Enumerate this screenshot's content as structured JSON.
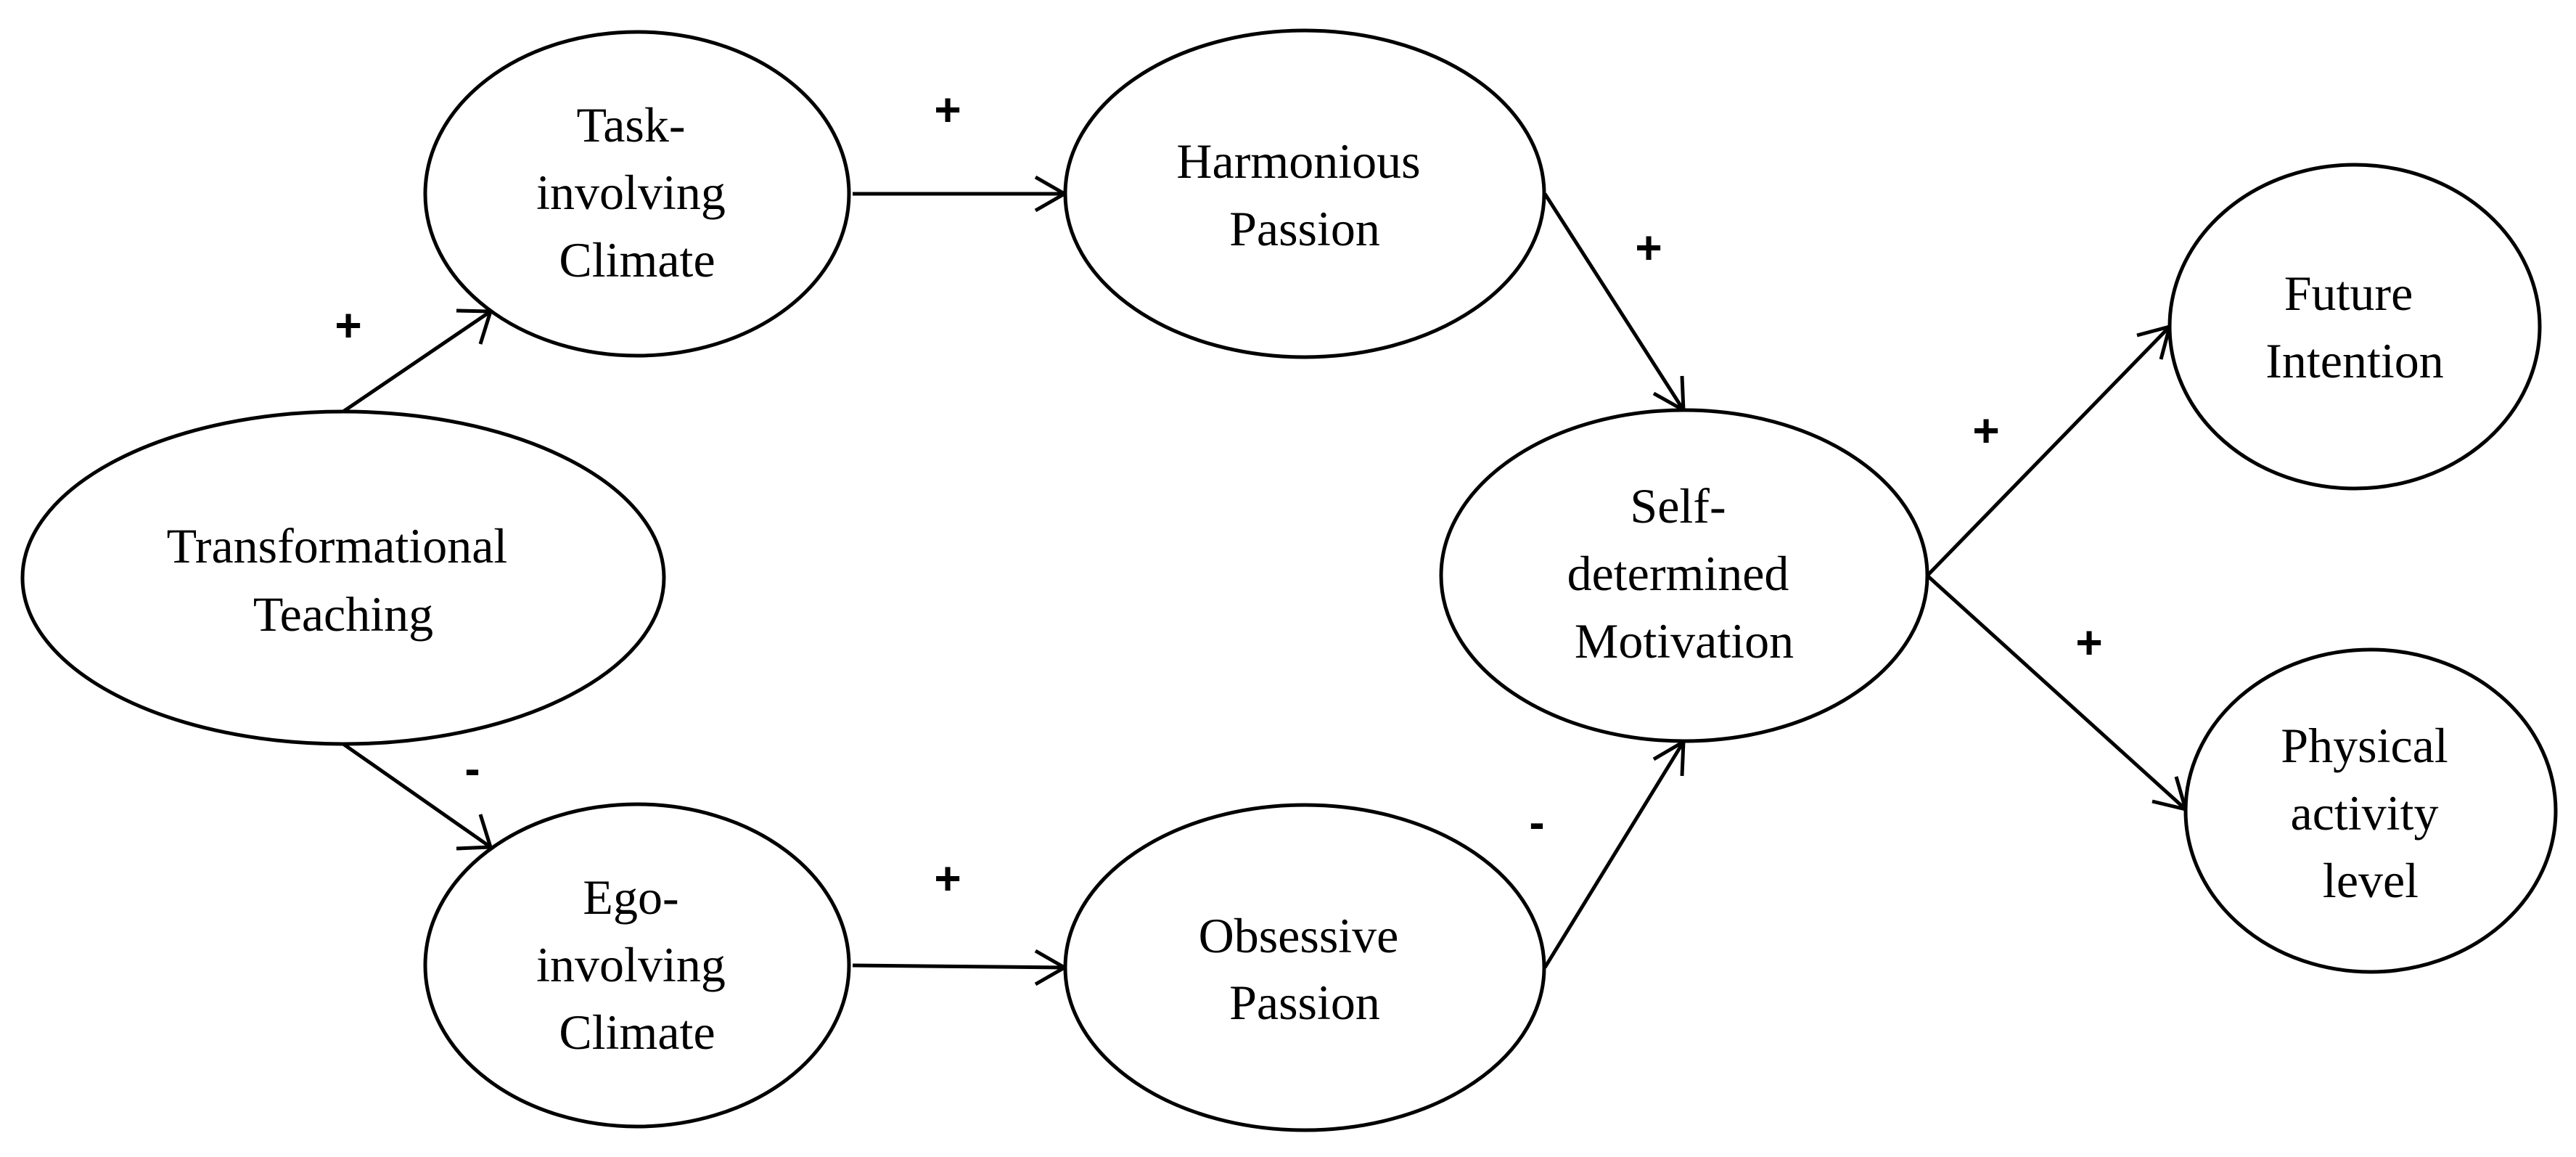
{
  "diagram": {
    "nodes": [
      {
        "id": "transformational-teaching",
        "lines": [
          "Transformational",
          "Teaching"
        ]
      },
      {
        "id": "task-involving-climate",
        "lines": [
          "Task-",
          "involving",
          "Climate"
        ]
      },
      {
        "id": "ego-involving-climate",
        "lines": [
          "Ego-",
          "involving",
          "Climate"
        ]
      },
      {
        "id": "harmonious-passion",
        "lines": [
          "Harmonious",
          "Passion"
        ]
      },
      {
        "id": "obsessive-passion",
        "lines": [
          "Obsessive",
          "Passion"
        ]
      },
      {
        "id": "self-determined-motivation",
        "lines": [
          "Self-",
          "determined",
          "Motivation"
        ]
      },
      {
        "id": "future-intention",
        "lines": [
          "Future",
          "Intention"
        ]
      },
      {
        "id": "physical-activity-level",
        "lines": [
          "Physical",
          "activity",
          "level"
        ]
      }
    ],
    "edges": [
      {
        "from": "transformational-teaching",
        "to": "task-involving-climate",
        "sign": "+"
      },
      {
        "from": "transformational-teaching",
        "to": "ego-involving-climate",
        "sign": "-"
      },
      {
        "from": "task-involving-climate",
        "to": "harmonious-passion",
        "sign": "+"
      },
      {
        "from": "ego-involving-climate",
        "to": "obsessive-passion",
        "sign": "+"
      },
      {
        "from": "harmonious-passion",
        "to": "self-determined-motivation",
        "sign": "+"
      },
      {
        "from": "obsessive-passion",
        "to": "self-determined-motivation",
        "sign": "-"
      },
      {
        "from": "self-determined-motivation",
        "to": "future-intention",
        "sign": "+"
      },
      {
        "from": "self-determined-motivation",
        "to": "physical-activity-level",
        "sign": "+"
      }
    ]
  }
}
